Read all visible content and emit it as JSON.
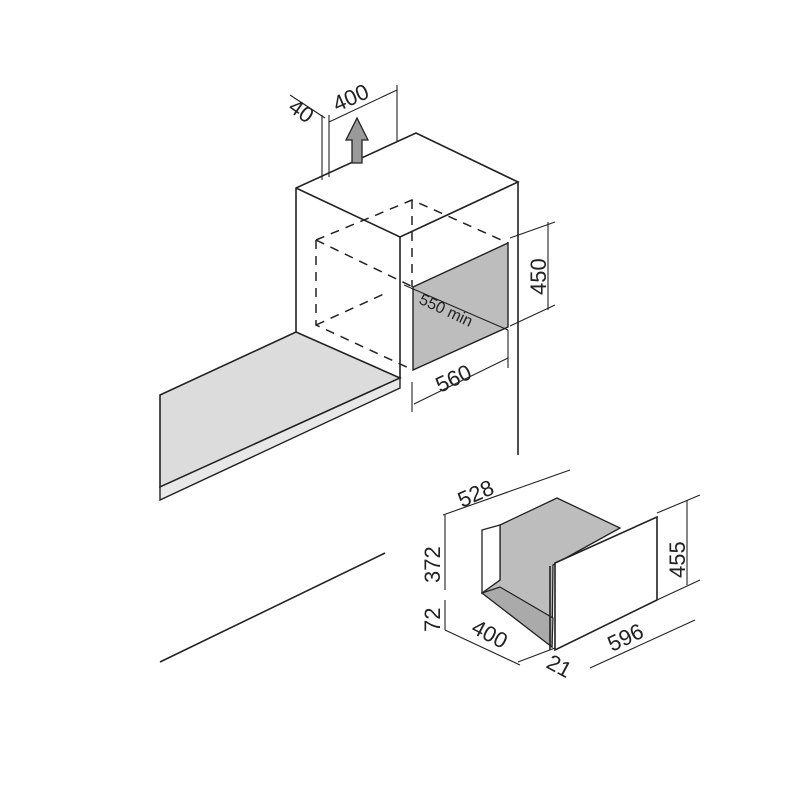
{
  "title": "Built-in installation dimensions",
  "colors": {
    "line": "#222222",
    "fill_gray": "#bdbdbd",
    "counter_gray": "#dcdcdc"
  },
  "upper_unit": {
    "dims": {
      "vent_gap": "40",
      "vent_depth": "400",
      "niche_height": "450",
      "niche_depth": "550 min",
      "niche_width": "560"
    }
  },
  "lower_unit": {
    "dims": {
      "depth": "528",
      "inner_height": "372",
      "base_height": "72",
      "side_depth": "400",
      "front_thickness": "21",
      "width": "596",
      "height": "455"
    }
  }
}
